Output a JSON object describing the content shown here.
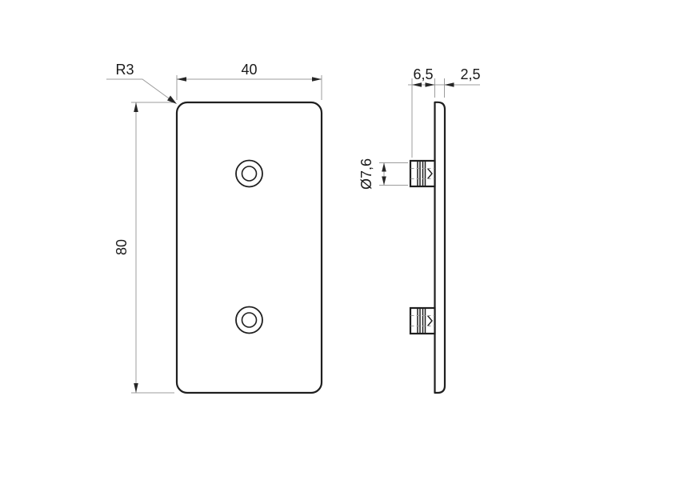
{
  "page": {
    "background": "#ffffff",
    "kind": "technical-drawing"
  },
  "drawing": {
    "colors": {
      "outline": "#1f1f1f",
      "dimension_line": "#9c9c9c",
      "arrow": "#262626",
      "text": "#1a1a1a"
    },
    "views": {
      "front": {
        "labels": {
          "width": "40",
          "height": "80",
          "corner_radius": "R3"
        }
      },
      "side": {
        "labels": {
          "peg_length": "6,5",
          "plate_thickness": "2,5",
          "peg_diameter": "Ø7,6"
        }
      }
    }
  }
}
